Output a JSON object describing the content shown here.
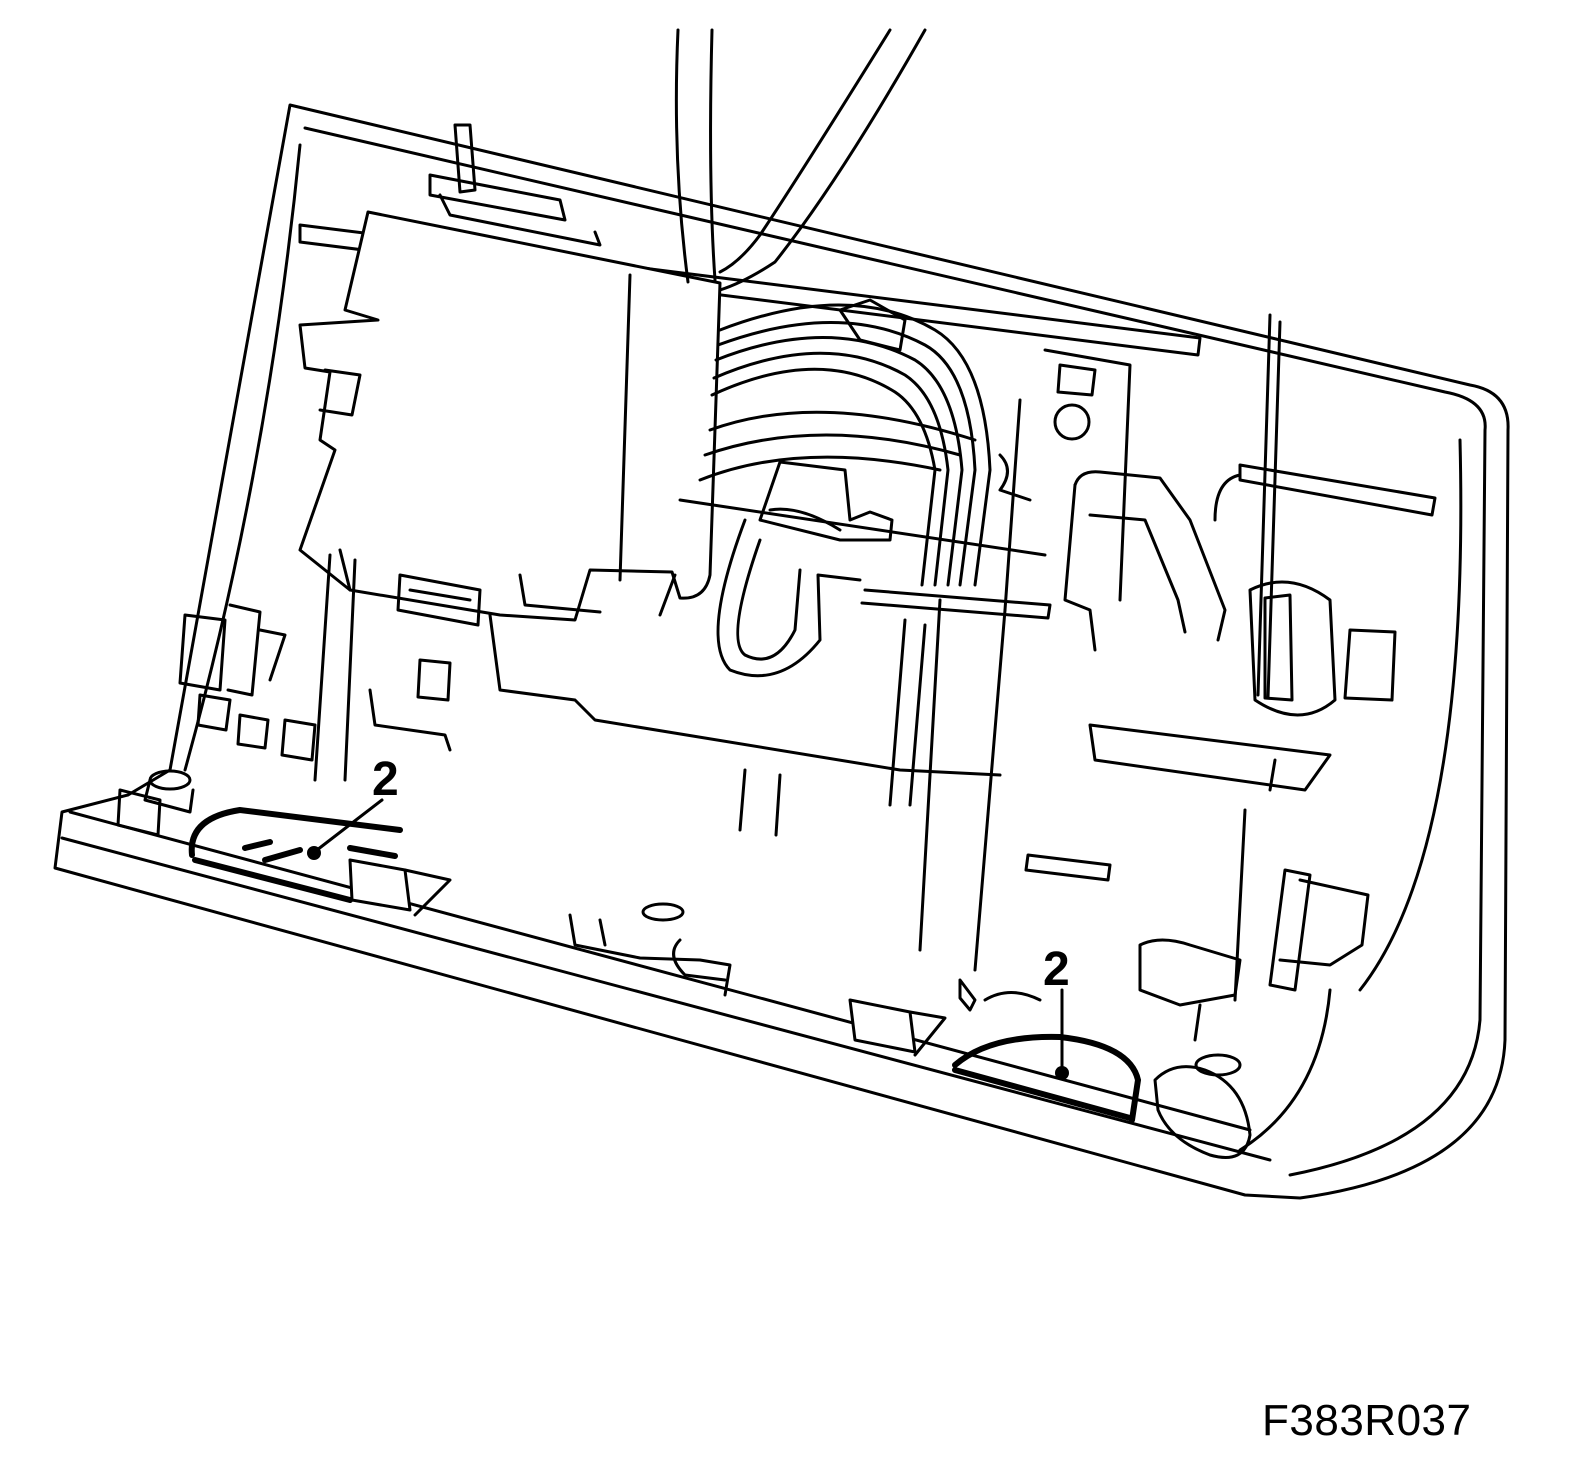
{
  "figure": {
    "code": "F383R037",
    "subject": "panel-with-wiring-harness",
    "line_color": "#000000",
    "background": "#ffffff"
  },
  "callouts": [
    {
      "id": "callout-left",
      "label": "2"
    },
    {
      "id": "callout-right",
      "label": "2"
    }
  ]
}
